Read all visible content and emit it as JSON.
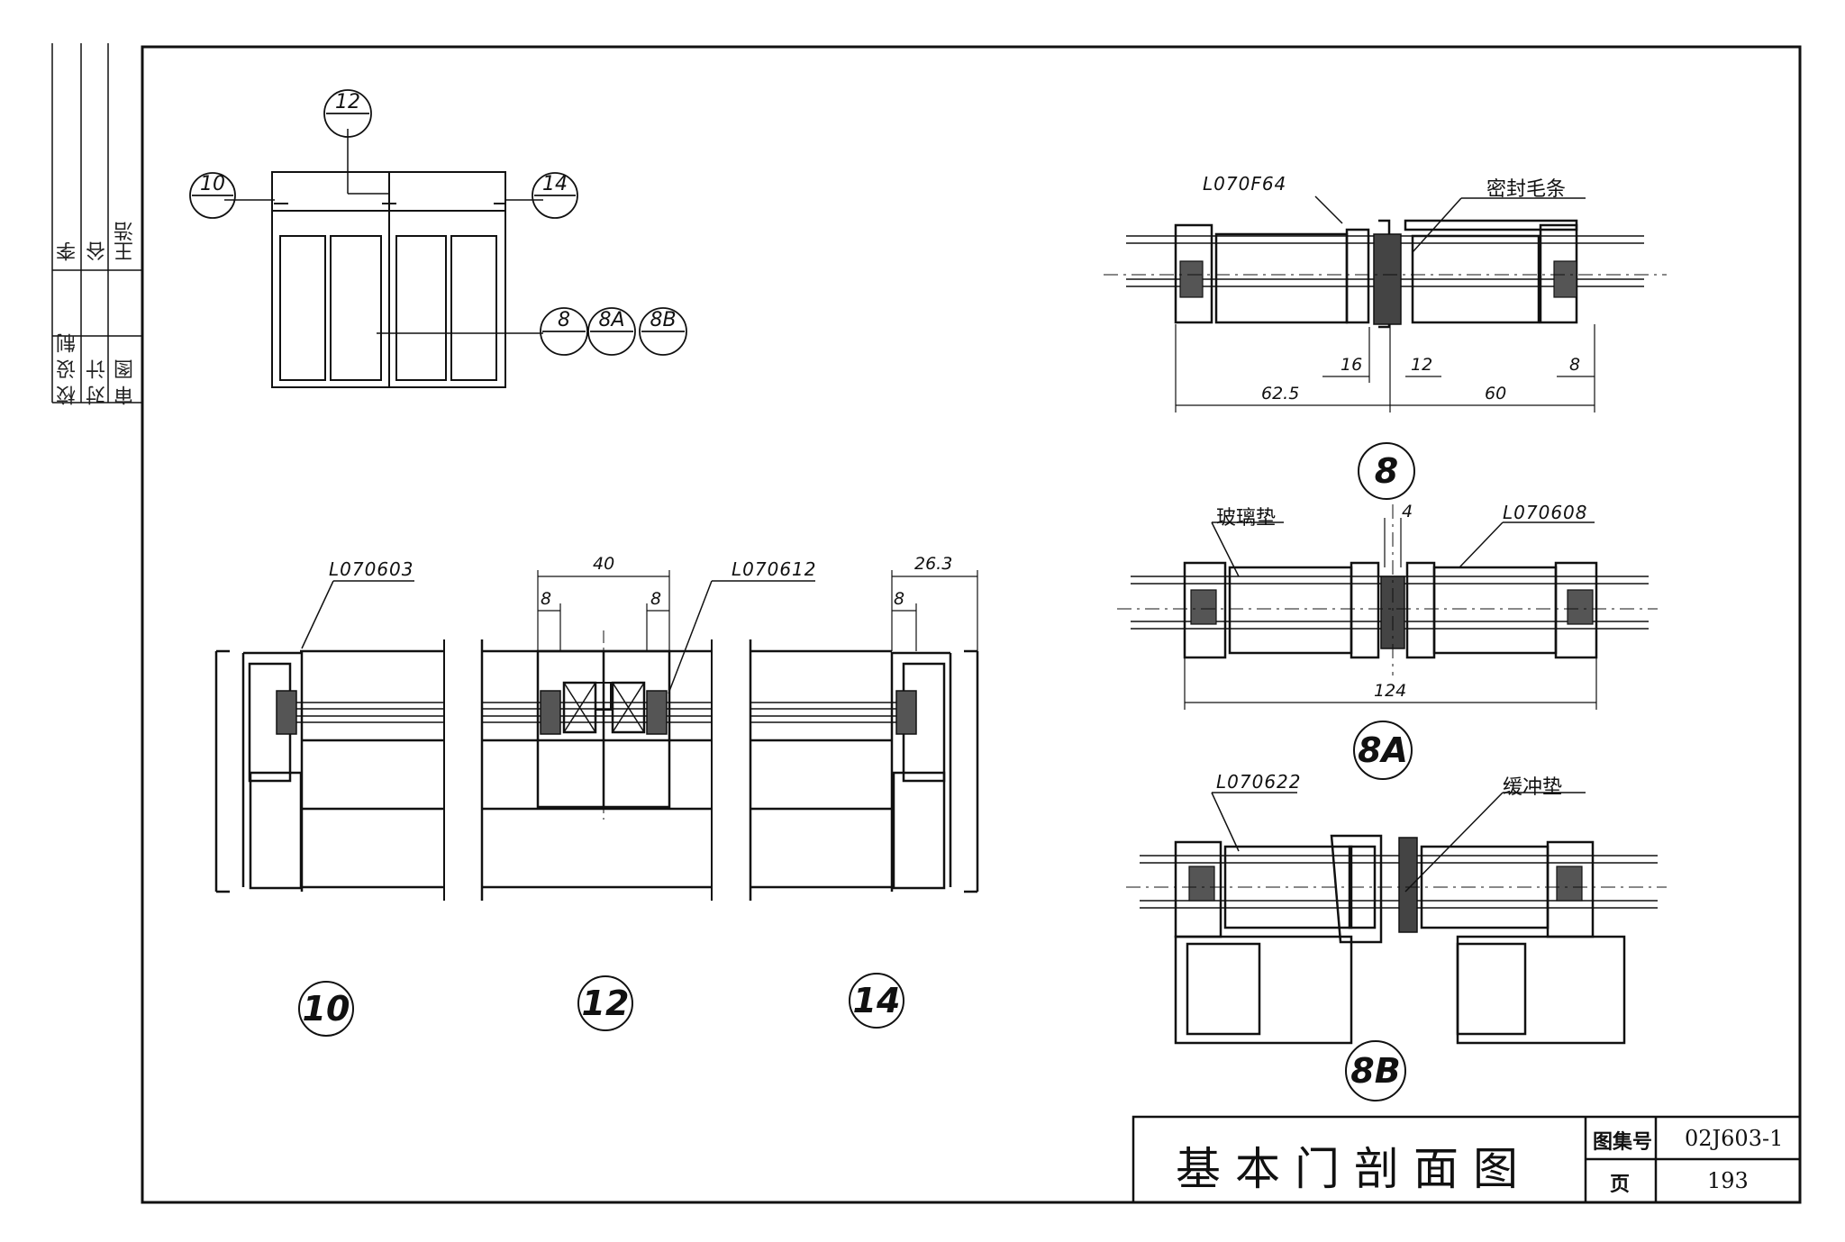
{
  "side_block": {
    "roles": [
      "校",
      "对",
      "审"
    ],
    "roles2": [
      "设",
      "计",
      "图"
    ],
    "roles3": [
      "制",
      "",
      ""
    ],
    "names": [
      "李",
      "谷"
    ],
    "notes": [
      "王浩"
    ]
  },
  "elevation": {
    "bubble_top": "12",
    "bubble_left": "10",
    "bubble_right": "14",
    "bubbles_mid": [
      "8",
      "8A",
      "8B"
    ]
  },
  "section_10": {
    "part": "L070603",
    "label": "10"
  },
  "section_12": {
    "part": "L070612",
    "dim_total": "40",
    "dim_left": "8",
    "dim_right": "8",
    "label": "12"
  },
  "section_14": {
    "dim_total": "26.3",
    "dim_inner": "8",
    "label": "14"
  },
  "section_8": {
    "part": "L070F64",
    "note": "密封毛条",
    "dims": [
      "16",
      "12",
      "8"
    ],
    "dim_left": "62.5",
    "dim_right": "60",
    "label": "8"
  },
  "section_8a": {
    "note": "玻璃垫",
    "dim_gap": "4",
    "part": "L070608",
    "dim_total": "124",
    "label": "8A"
  },
  "section_8b": {
    "part": "L070622",
    "note": "缓冲垫",
    "label": "8B"
  },
  "title_block": {
    "title": "基本门剖面图",
    "atlas_label": "图集号",
    "atlas_no": "02J603-1",
    "page_label": "页",
    "page_no": "193"
  }
}
